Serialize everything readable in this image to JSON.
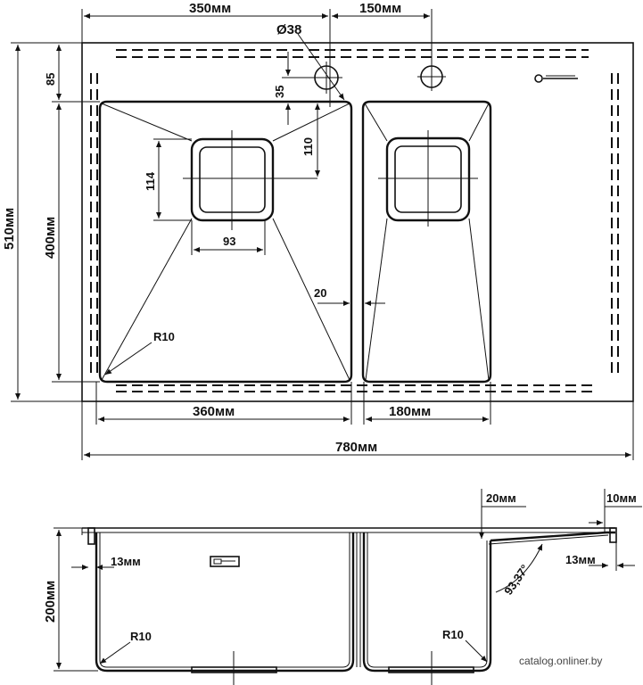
{
  "top_view": {
    "dim_left_width": "350мм",
    "dim_right_offset": "150мм",
    "dim_hole_diameter": "Ø38",
    "dim_hole_offset": "35",
    "dim_top_margin": "85",
    "dim_total_depth": "510мм",
    "dim_bowl_depth": "400мм",
    "dim_drain_height": "114",
    "dim_drain_offset": "110",
    "dim_drain_width": "93",
    "dim_gap": "20",
    "dim_radius": "R10",
    "dim_left_bowl": "360мм",
    "dim_right_bowl": "180мм",
    "dim_total_width": "780мм"
  },
  "section_view": {
    "dim_height": "200мм",
    "dim_wall_left": "13мм",
    "dim_radius_left": "R10",
    "dim_radius_right": "R10",
    "dim_lip": "20мм",
    "dim_edge": "10мм",
    "dim_wall_right": "13мм",
    "dim_angle": "93,37°"
  },
  "watermark": "catalog.onliner.by"
}
